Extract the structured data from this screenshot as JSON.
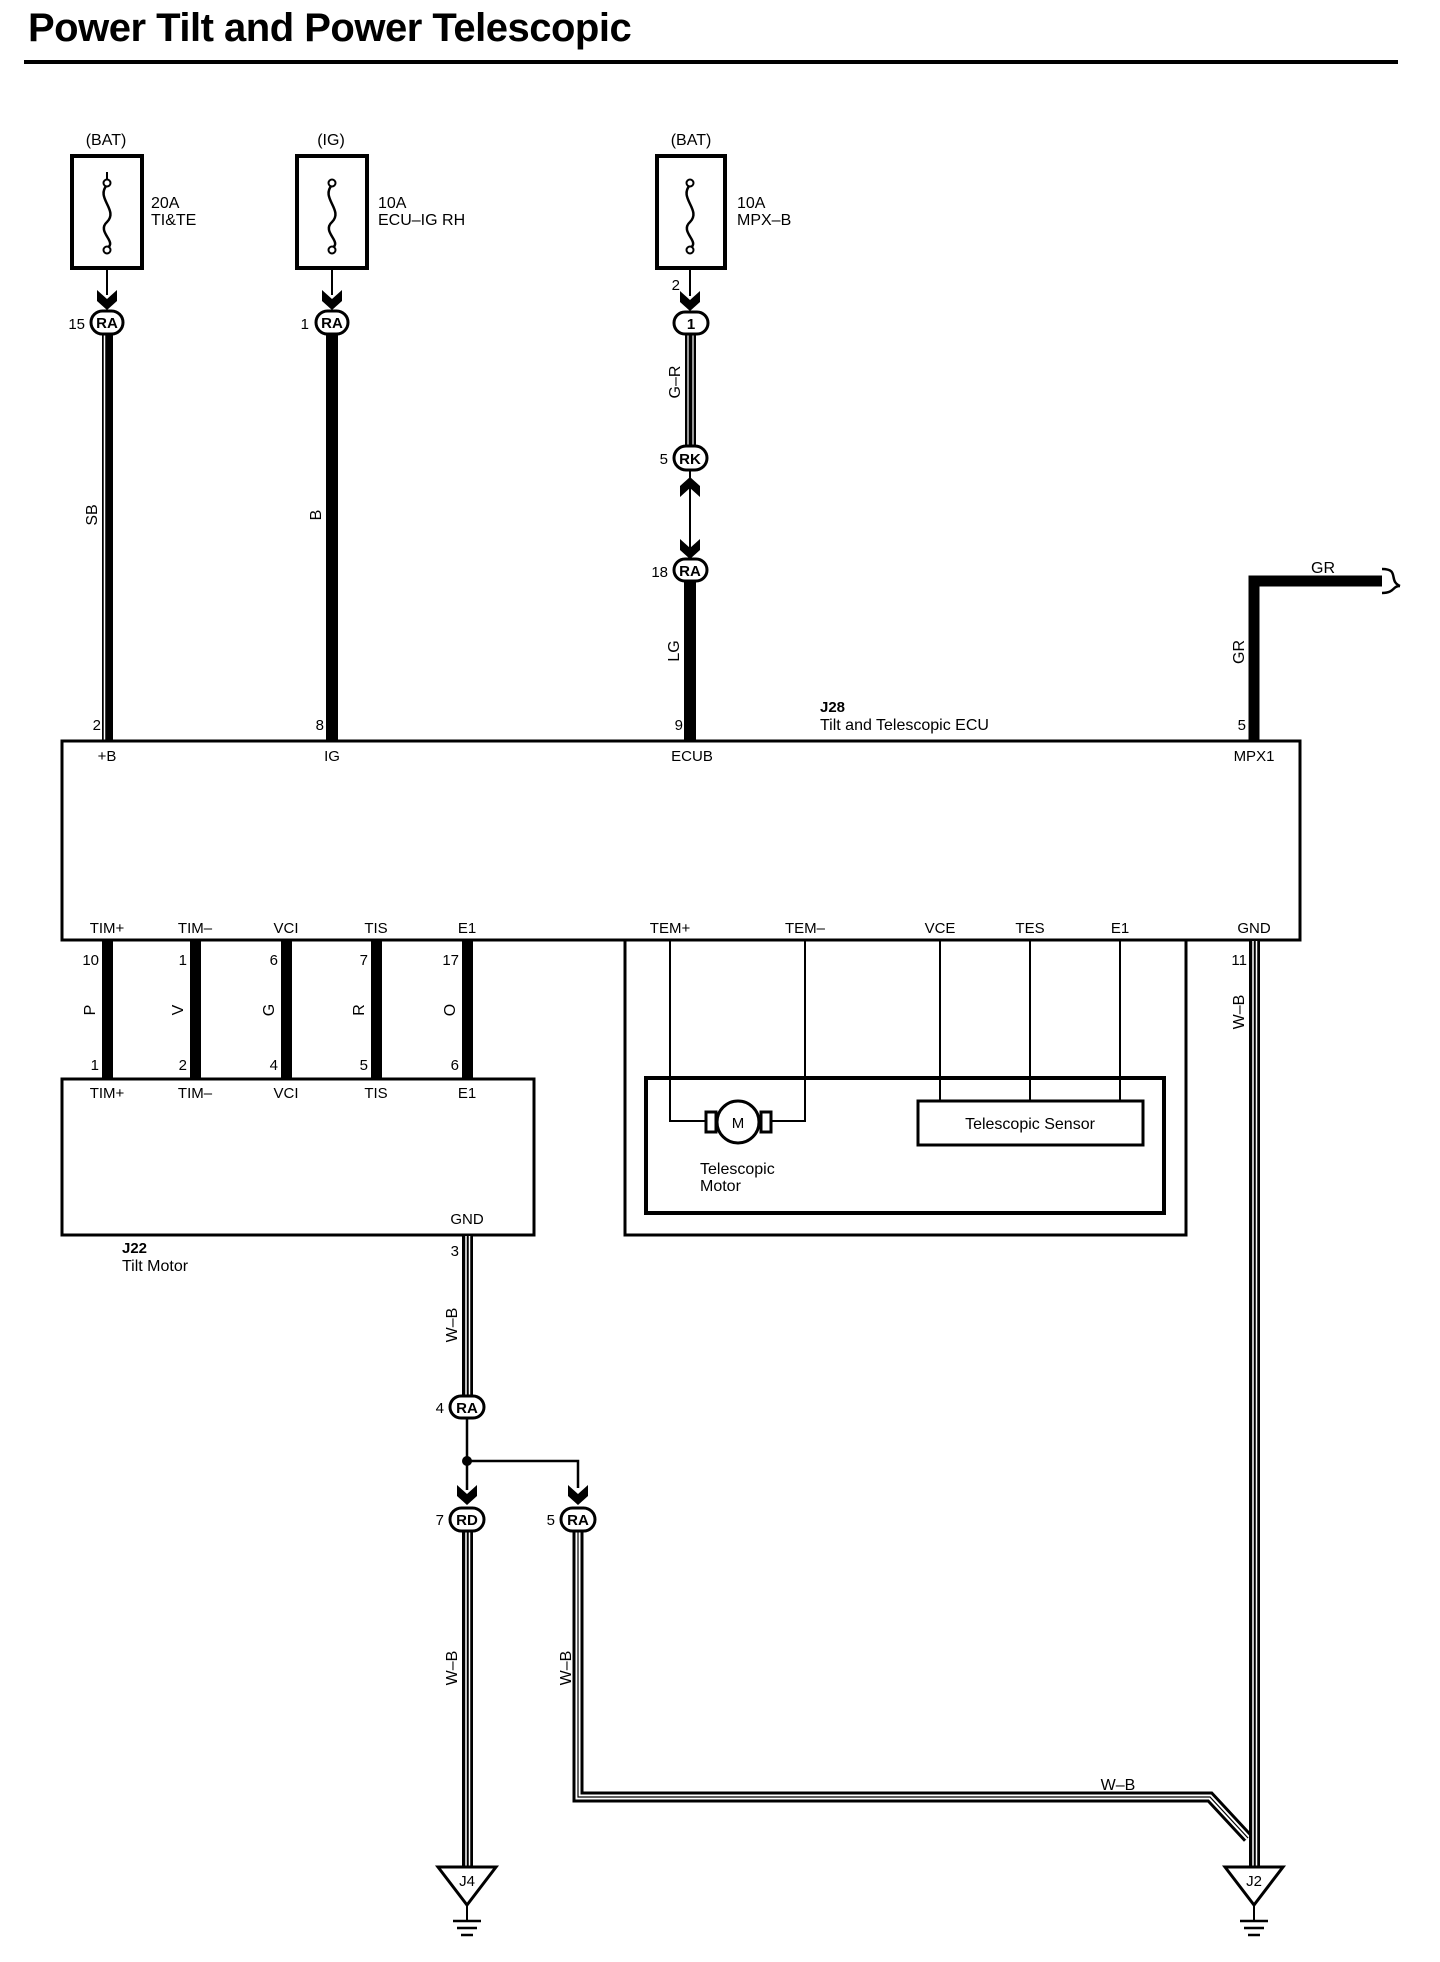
{
  "title": "Power Tilt and Power Telescopic",
  "fuses": [
    {
      "source": "(BAT)",
      "rating": "20A",
      "name": "TI&TE"
    },
    {
      "source": "(IG)",
      "rating": "10A",
      "name": "ECU–IG RH"
    },
    {
      "source": "(BAT)",
      "rating": "10A",
      "name": "MPX–B"
    }
  ],
  "connectors": {
    "ra_b": {
      "tag": "RA",
      "pin": "15"
    },
    "ra_ig": {
      "tag": "RA",
      "pin": "1"
    },
    "c1": {
      "tag": "1",
      "pin": "2"
    },
    "rk": {
      "tag": "RK",
      "pin": "5"
    },
    "ra_ecub": {
      "tag": "RA",
      "pin": "18"
    },
    "ra_gnd": {
      "tag": "RA",
      "pin": "4"
    },
    "rd": {
      "tag": "RD",
      "pin": "7"
    },
    "ra_5": {
      "tag": "RA",
      "pin": "5"
    }
  },
  "wire_colors": {
    "b_plus": "SB",
    "ig": "B",
    "mpxb": "G–R",
    "ecub": "LG",
    "mpx1_v": "GR",
    "mpx1_h": "GR",
    "tim_plus": "P",
    "tim_minus": "V",
    "vci": "G",
    "tis": "R",
    "e1": "O",
    "gnd_v1": "W–B",
    "gnd_v2": "W–B",
    "gnd_v3": "W–B",
    "gnd_v4": "W–B",
    "gnd_h": "W–B"
  },
  "ecu": {
    "id": "J28",
    "name": "Tilt and Telescopic ECU",
    "top_pins": [
      {
        "num": "2",
        "label": "+B"
      },
      {
        "num": "8",
        "label": "IG"
      },
      {
        "num": "9",
        "label": "ECUB"
      },
      {
        "num": "5",
        "label": "MPX1"
      }
    ],
    "bottom_left_pins": [
      {
        "num": "10",
        "label": "TIM+"
      },
      {
        "num": "1",
        "label": "TIM–"
      },
      {
        "num": "6",
        "label": "VCI"
      },
      {
        "num": "7",
        "label": "TIS"
      },
      {
        "num": "17",
        "label": "E1"
      }
    ],
    "bottom_right_pins": [
      {
        "label": "TEM+"
      },
      {
        "label": "TEM–"
      },
      {
        "label": "VCE"
      },
      {
        "label": "TES"
      },
      {
        "label": "E1"
      }
    ],
    "gnd": {
      "num": "11",
      "label": "GND"
    }
  },
  "tilt_motor": {
    "id": "J22",
    "name": "Tilt Motor",
    "pins": [
      {
        "num": "1",
        "label": "TIM+"
      },
      {
        "num": "2",
        "label": "TIM–"
      },
      {
        "num": "4",
        "label": "VCI"
      },
      {
        "num": "5",
        "label": "TIS"
      },
      {
        "num": "6",
        "label": "E1"
      }
    ],
    "gnd": {
      "num": "3",
      "label": "GND"
    }
  },
  "telescopic": {
    "motor_symbol": "M",
    "motor_line1": "Telescopic",
    "motor_line2": "Motor",
    "sensor": "Telescopic Sensor"
  },
  "grounds": [
    "J4",
    "J2"
  ]
}
